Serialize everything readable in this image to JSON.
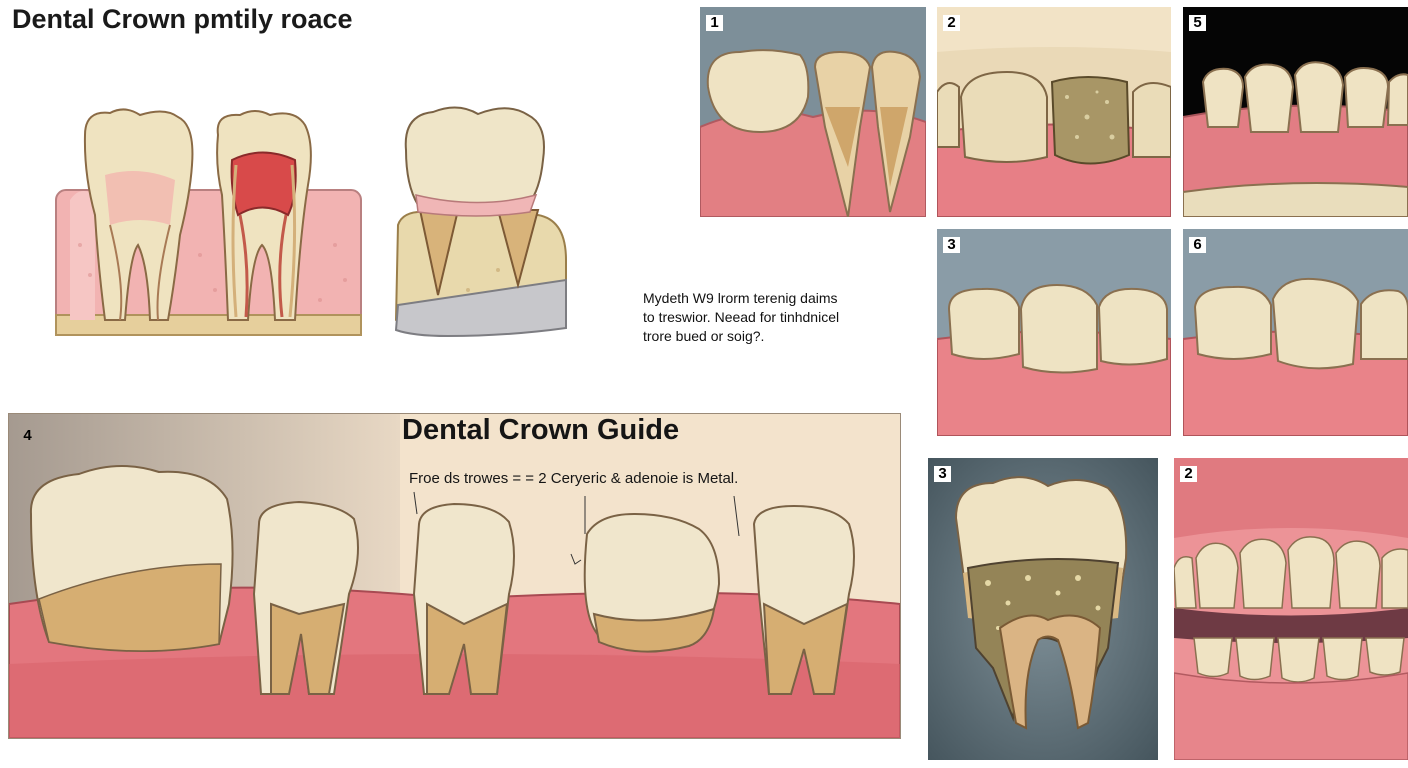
{
  "header": {
    "title": "Dental Crown pmtily roace"
  },
  "note": {
    "lines": [
      "Mydeth W9 lrorm terenig daims",
      "to treswior. Neead for tinhdnicel",
      "trore bued or soig?."
    ]
  },
  "guide": {
    "title": "Dental Crown Guide",
    "subtitle": "Froe ds trowes = = 2 Ceryeric & adenoie is Metal."
  },
  "panels": [
    {
      "id": "p1",
      "number": "1"
    },
    {
      "id": "p2",
      "number": "2"
    },
    {
      "id": "p5",
      "number": "5"
    },
    {
      "id": "p3",
      "number": "3"
    },
    {
      "id": "p6",
      "number": "6"
    },
    {
      "id": "p4",
      "number": "4"
    },
    {
      "id": "p3b",
      "number": "3"
    },
    {
      "id": "p2b",
      "number": "2"
    }
  ],
  "colors": {
    "enamel": "#efe6c8",
    "gum": "#e58a90",
    "root": "#d4b07a",
    "metal": "#9a8c60",
    "pulp": "#d84a4a"
  }
}
